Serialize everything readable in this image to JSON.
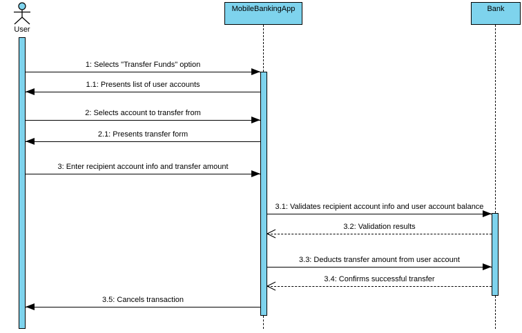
{
  "diagram_type": "uml-sequence-diagram",
  "participants": {
    "user": {
      "label": "User",
      "kind": "actor"
    },
    "app": {
      "label": "MobileBankingApp",
      "kind": "lifeline"
    },
    "bank": {
      "label": "Bank",
      "kind": "lifeline"
    }
  },
  "messages": [
    {
      "label": "1: Selects \"Transfer Funds\" option",
      "from": "User",
      "to": "MobileBankingApp",
      "line": "solid",
      "arrow": "filled"
    },
    {
      "label": "1.1: Presents list of user accounts",
      "from": "MobileBankingApp",
      "to": "User",
      "line": "solid",
      "arrow": "filled"
    },
    {
      "label": "2: Selects account to transfer from",
      "from": "User",
      "to": "MobileBankingApp",
      "line": "solid",
      "arrow": "filled"
    },
    {
      "label": "2.1: Presents transfer form",
      "from": "MobileBankingApp",
      "to": "User",
      "line": "solid",
      "arrow": "filled"
    },
    {
      "label": "3: Enter recipient account info and transfer amount",
      "from": "User",
      "to": "MobileBankingApp",
      "line": "solid",
      "arrow": "filled"
    },
    {
      "label": "3.1: Validates recipient account info and user account balance",
      "from": "MobileBankingApp",
      "to": "Bank",
      "line": "solid",
      "arrow": "filled"
    },
    {
      "label": "3.2: Validation results",
      "from": "Bank",
      "to": "MobileBankingApp",
      "line": "dashed",
      "arrow": "open"
    },
    {
      "label": "3.3: Deducts transfer amount from user account",
      "from": "MobileBankingApp",
      "to": "Bank",
      "line": "solid",
      "arrow": "filled"
    },
    {
      "label": "3.4: Confirms successful transfer",
      "from": "Bank",
      "to": "MobileBankingApp",
      "line": "dashed",
      "arrow": "open"
    },
    {
      "label": "3.5: Cancels transaction",
      "from": "MobileBankingApp",
      "to": "User",
      "line": "solid",
      "arrow": "filled"
    }
  ],
  "colors": {
    "shape_fill": "#7ed3ed",
    "stroke": "#000000",
    "background": "#ffffff"
  }
}
